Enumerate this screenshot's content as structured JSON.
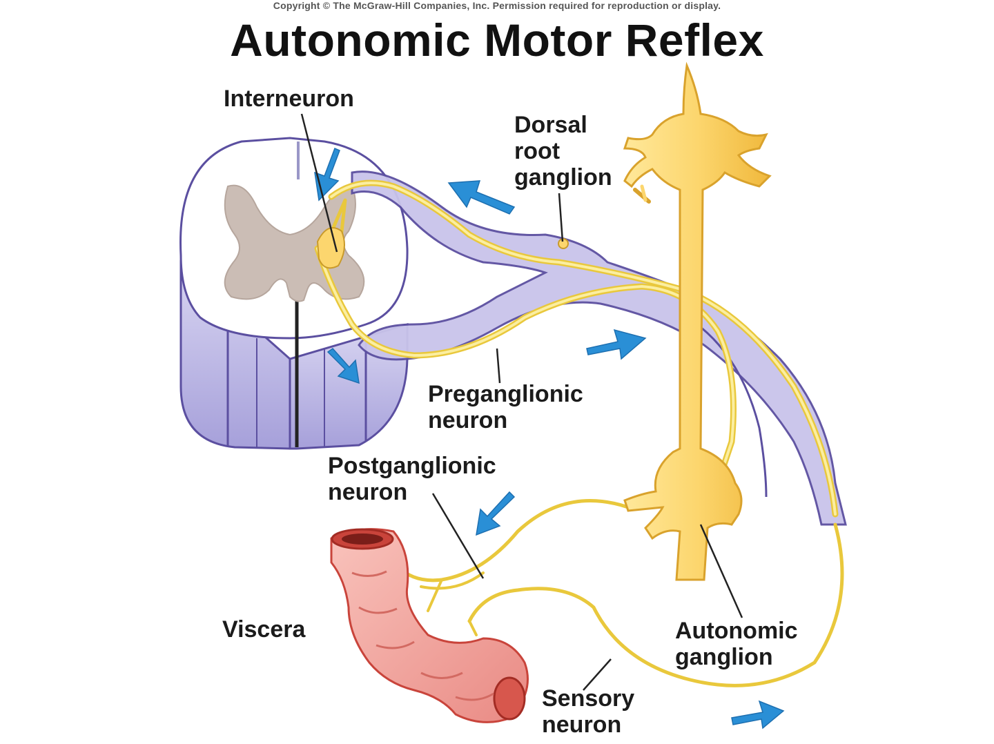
{
  "copyright": "Copyright © The McGraw-Hill Companies, Inc. Permission required for reproduction or display.",
  "title": "Autonomic Motor Reflex",
  "labels": {
    "interneuron": "Interneuron",
    "dorsal_root_ganglion": [
      "Dorsal",
      "root",
      "ganglion"
    ],
    "preganglionic_neuron": [
      "Preganglionic",
      "neuron"
    ],
    "postganglionic_neuron": [
      "Postganglionic",
      "neuron"
    ],
    "viscera": "Viscera",
    "autonomic_ganglion": [
      "Autonomic",
      "ganglion"
    ],
    "sensory_neuron": [
      "Sensory",
      "neuron"
    ]
  },
  "colors": {
    "nerve_yellow": "#f2d65a",
    "neuron_body": "#fcd66e",
    "spinal_cord_purple": "#b9b4e2",
    "gray_matter": "#cbbdb5",
    "viscera_pink": "#f0a09a",
    "arrow_blue": "#2a8fd6"
  }
}
